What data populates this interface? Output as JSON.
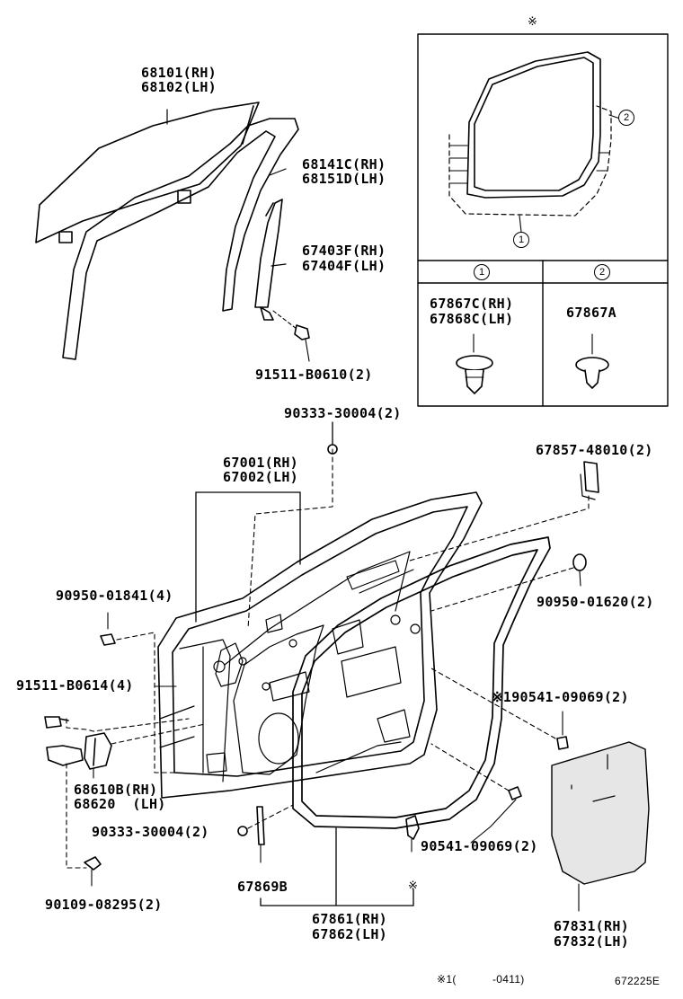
{
  "labels": {
    "glass_rh": "68101(RH)",
    "glass_lh": "68102(LH)",
    "run_rh": "68141C(RH)",
    "run_lh": "68151D(LH)",
    "channel_rh": "67403F(RH)",
    "channel_lh": "67404F(LH)",
    "bolt_channel": "91511-B0610(2)",
    "plug_top": "90333-30004(2)",
    "door_rh": "67001(RH)",
    "door_lh": "67002(LH)",
    "pad": "67857-48010(2)",
    "nut_left": "90950-01841(4)",
    "nut_right": "90950-01620(2)",
    "bolt_hinge": "91511-B0614(4)",
    "clip_right": "※190541-09069(2)",
    "hinge_rh": "68610B(RH)",
    "hinge_lh": "68620  (LH)",
    "plug_bottom": "90333-30004(2)",
    "seal_67869": "67869B",
    "clip_bottom": "90541-09069(2)",
    "bolt_bottom": "90109-08295(2)",
    "weather_rh": "67861(RH)",
    "weather_lh": "67862(LH)",
    "cover_rh": "67831(RH)",
    "cover_lh": "67832(LH)"
  },
  "inset": {
    "ref_one": "1",
    "ref_two": "2",
    "clip_one_rh": "67867C(RH)",
    "clip_one_lh": "67868C(LH)",
    "clip_two": "67867A",
    "asterisk": "※"
  },
  "footer": {
    "note_mark": "※1(",
    "note_range": "-0411)",
    "diagram_code": "672225E",
    "asterisk_bottom": "※"
  }
}
